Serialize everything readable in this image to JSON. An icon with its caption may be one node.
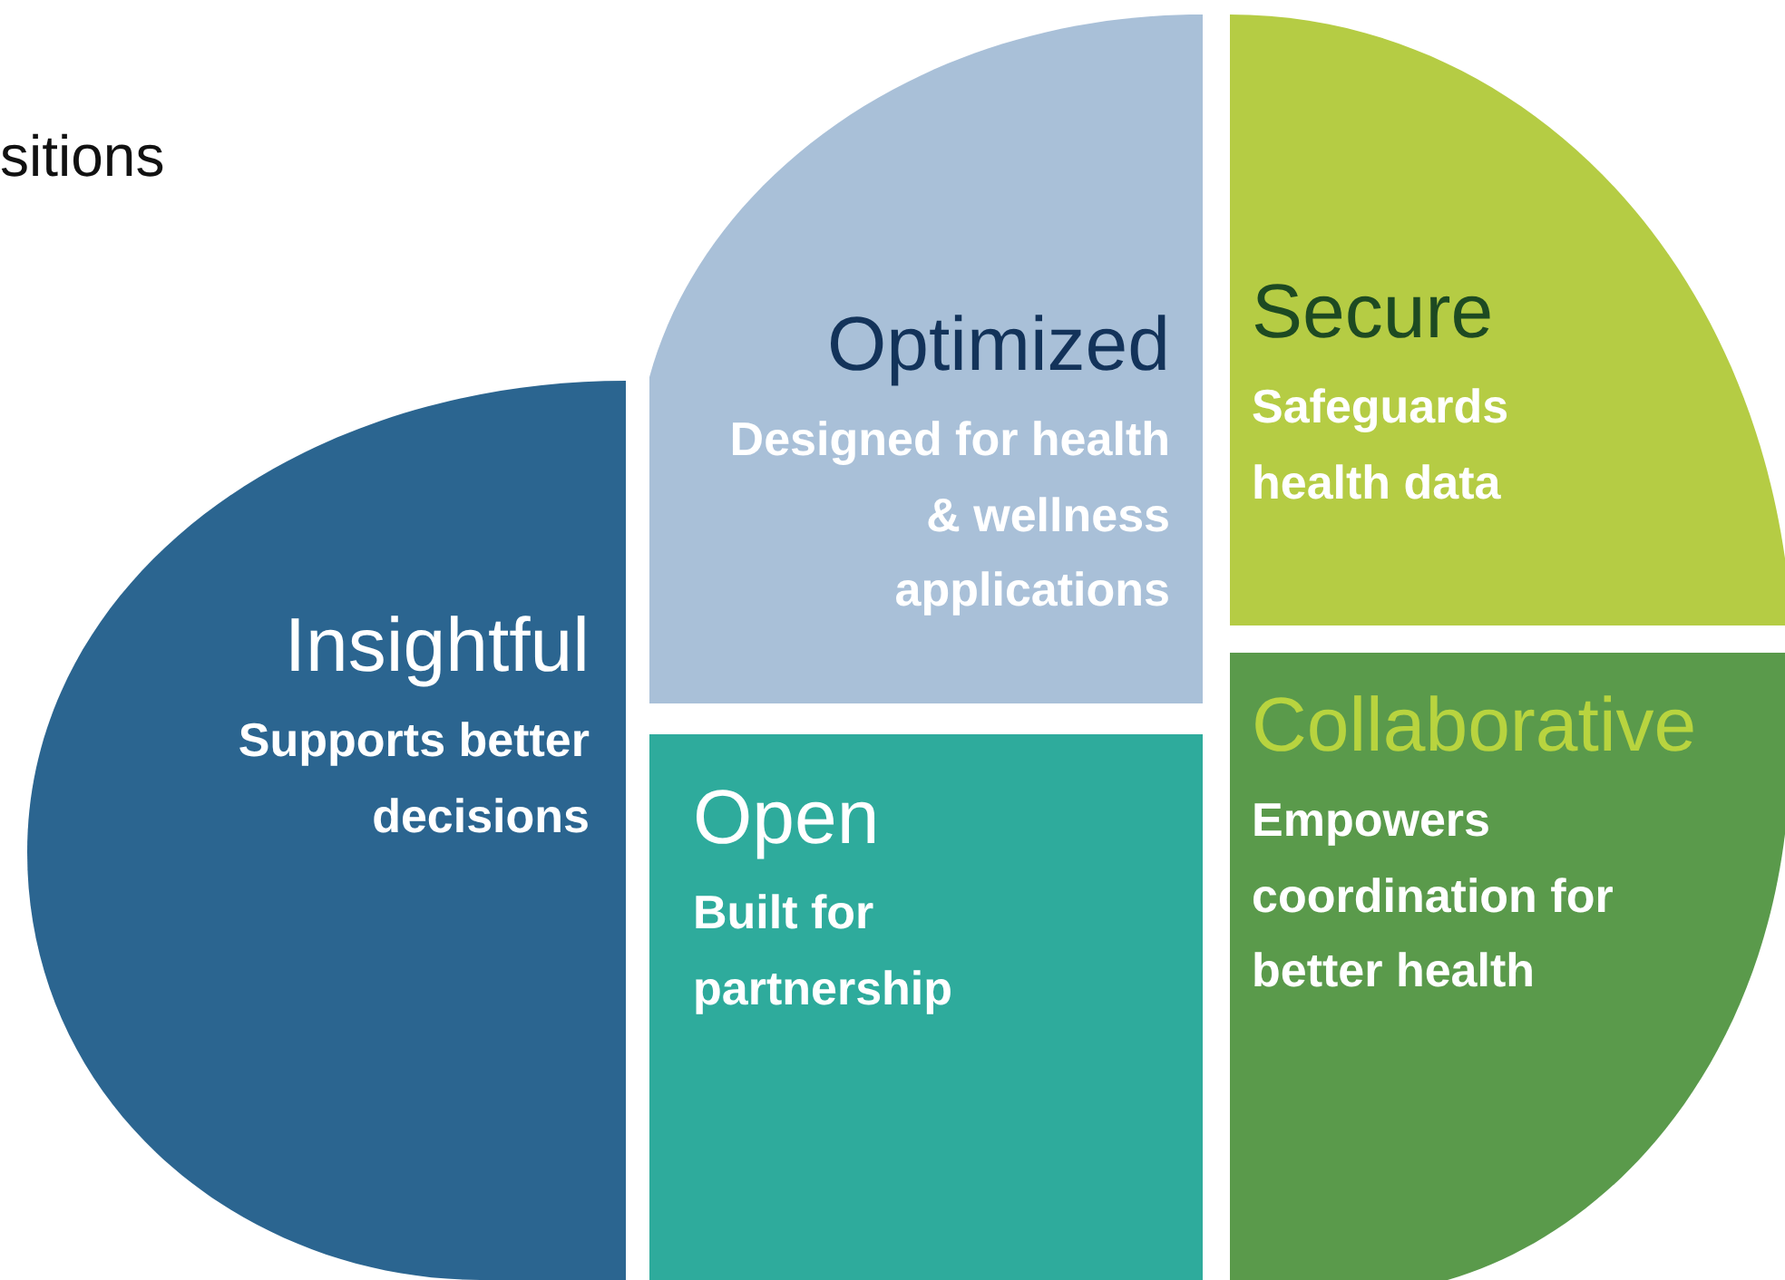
{
  "diagram": {
    "nodes": [
      {
        "text": [
          "Insightful",
          "Supports better decisions"
        ]
      },
      {
        "text": [
          "Optimized",
          "Designed for health & wellness applications"
        ]
      },
      {
        "text": [
          "Secure",
          "Safeguards health data"
        ]
      },
      {
        "text": [
          "Open",
          "Built for partnership"
        ]
      },
      {
        "text": [
          "Collaborative",
          "Empowers coordination for better health"
        ]
      }
    ],
    "labels": [
      "sitions"
    ]
  }
}
